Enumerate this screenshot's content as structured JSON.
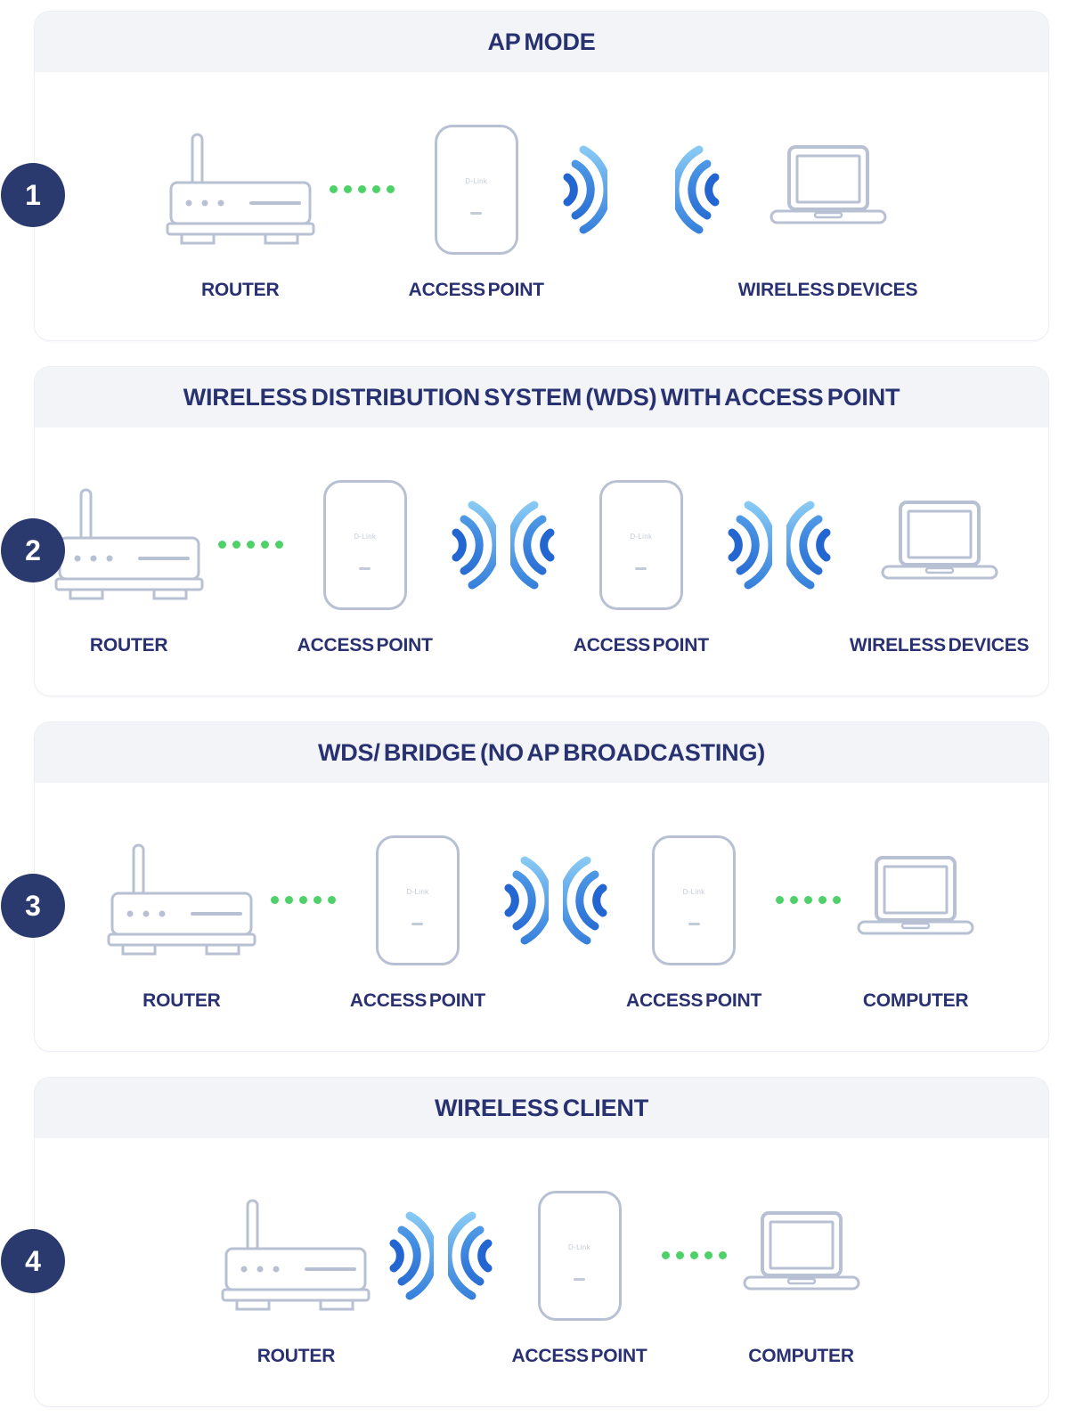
{
  "colors": {
    "panel_header_bg": "#f2f4f8",
    "panel_border": "#edeff5",
    "title_navy": "#283271",
    "label_navy": "#2a3173",
    "badge_bg": "#2b3a6e",
    "badge_text": "#ffffff",
    "device_outline": "#b8c1d3",
    "dot_green": "#4ed268",
    "wave_inner_blue": "#2365d1",
    "wave_mid_blue": "#3f93e8",
    "wave_light_blue": "#8fd0f6"
  },
  "ap_device_text": "D-Link",
  "panels": [
    {
      "number": "1",
      "title": "AP MODE",
      "items": [
        {
          "type": "device",
          "icon": "router",
          "label": "ROUTER"
        },
        {
          "type": "dots"
        },
        {
          "type": "device",
          "icon": "access-point",
          "label": "ACCESS POINT"
        },
        {
          "type": "waves-right"
        },
        {
          "type": "spacer"
        },
        {
          "type": "waves-left"
        },
        {
          "type": "device",
          "icon": "laptop",
          "label": "WIRELESS DEVICES"
        }
      ]
    },
    {
      "number": "2",
      "title": "WIRELESS DISTRIBUTION SYSTEM (WDS) WITH ACCESS POINT",
      "items": [
        {
          "type": "device",
          "icon": "router",
          "label": "ROUTER"
        },
        {
          "type": "dots"
        },
        {
          "type": "device",
          "icon": "access-point",
          "label": "ACCESS POINT"
        },
        {
          "type": "waves-right"
        },
        {
          "type": "waves-left"
        },
        {
          "type": "device",
          "icon": "access-point",
          "label": "ACCESS POINT"
        },
        {
          "type": "waves-right"
        },
        {
          "type": "waves-left"
        },
        {
          "type": "device",
          "icon": "laptop",
          "label": "WIRELESS DEVICES"
        }
      ]
    },
    {
      "number": "3",
      "title": "WDS/ BRIDGE (NO AP BROADCASTING)",
      "items": [
        {
          "type": "device",
          "icon": "router",
          "label": "ROUTER"
        },
        {
          "type": "dots"
        },
        {
          "type": "device",
          "icon": "access-point",
          "label": "ACCESS POINT"
        },
        {
          "type": "waves-right"
        },
        {
          "type": "waves-left"
        },
        {
          "type": "device",
          "icon": "access-point",
          "label": "ACCESS POINT"
        },
        {
          "type": "dots"
        },
        {
          "type": "device",
          "icon": "laptop",
          "label": "COMPUTER"
        }
      ]
    },
    {
      "number": "4",
      "title": "WIRELESS CLIENT",
      "items": [
        {
          "type": "device",
          "icon": "router",
          "label": "ROUTER"
        },
        {
          "type": "waves-right"
        },
        {
          "type": "waves-left"
        },
        {
          "type": "device",
          "icon": "access-point",
          "label": "ACCESS POINT"
        },
        {
          "type": "dots"
        },
        {
          "type": "device",
          "icon": "laptop",
          "label": "COMPUTER"
        }
      ]
    }
  ]
}
